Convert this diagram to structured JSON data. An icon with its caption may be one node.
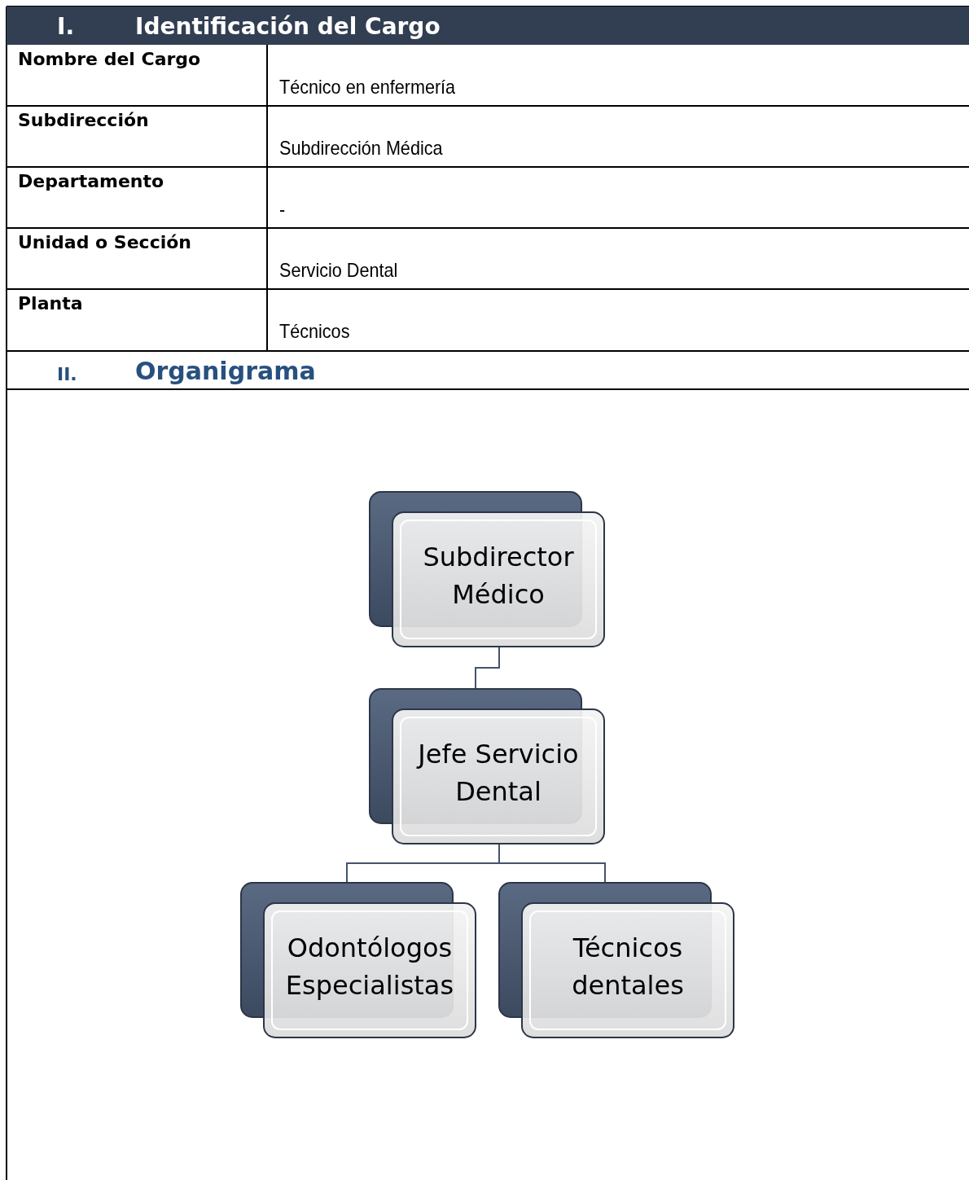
{
  "diagram": {
    "nodes": [
      {
        "text": [
          "Subdirector Médico"
        ]
      },
      {
        "text": [
          "Jefe Servicio Dental"
        ]
      },
      {
        "text": [
          "Odontólogos Especialistas"
        ]
      },
      {
        "text": [
          "Técnicos dentales"
        ]
      }
    ],
    "edges": [
      {
        "from": 0,
        "to": 1,
        "arrow": "none"
      },
      {
        "from": 1,
        "to": 2,
        "arrow": "none"
      },
      {
        "from": 1,
        "to": 3,
        "arrow": "none"
      }
    ],
    "labels": [
      "I.",
      "Identificación del Cargo",
      "Nombre del Cargo",
      "Técnico en enfermería",
      "Subdirección",
      "Subdirección Médica",
      "Departamento",
      "-",
      "Unidad o Sección",
      "Servicio Dental",
      "Planta",
      "Técnicos",
      "II.",
      "Organigrama"
    ]
  }
}
